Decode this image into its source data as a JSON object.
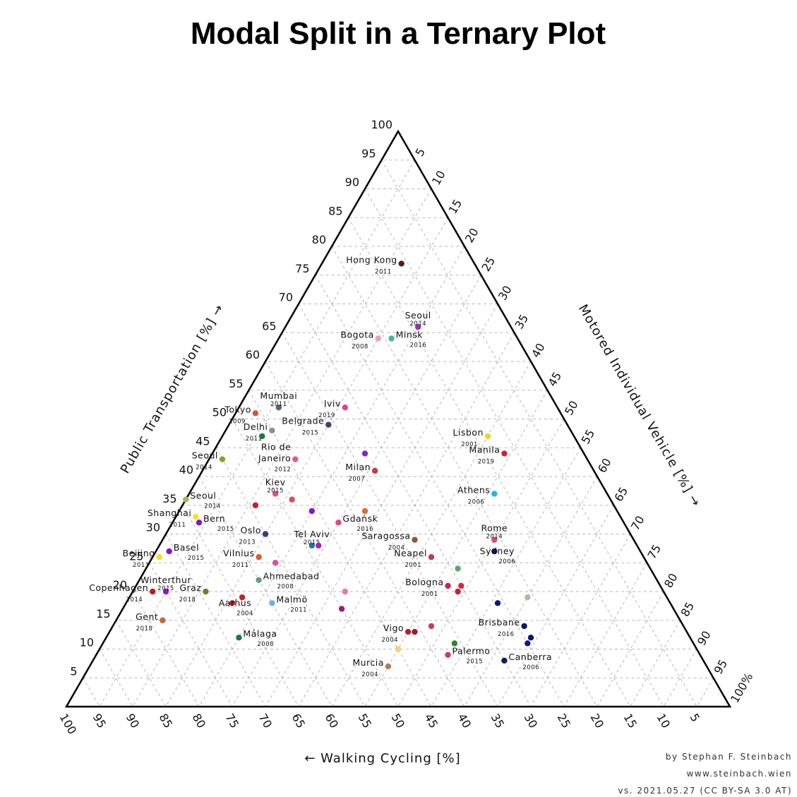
{
  "chart_data": {
    "type": "scatter",
    "subtype": "ternary",
    "title": "Modal Split in a Ternary Plot",
    "axes": {
      "left": {
        "label": "Public Transportation [%] →",
        "ticks": [
          "5",
          "10",
          "15",
          "20",
          "25",
          "30",
          "35",
          "40",
          "45",
          "50",
          "55",
          "60",
          "65",
          "70",
          "75",
          "80",
          "85",
          "90",
          "95",
          "100"
        ]
      },
      "right": {
        "label": "Motored Individual Vehicle [%] →",
        "ticks": [
          "5",
          "10",
          "15",
          "20",
          "25",
          "30",
          "35",
          "40",
          "45",
          "50",
          "55",
          "60",
          "65",
          "70",
          "75",
          "80",
          "85",
          "90",
          "95",
          "100%"
        ]
      },
      "bottom": {
        "label": "← Walking  Cycling [%]",
        "ticks": [
          "5",
          "10",
          "15",
          "20",
          "25",
          "30",
          "35",
          "40",
          "45",
          "50",
          "55",
          "60",
          "65",
          "70",
          "75",
          "80",
          "85",
          "90",
          "95",
          "100"
        ]
      }
    },
    "grid": true,
    "components": [
      "Public Transportation",
      "Motored Individual Vehicle",
      "Walking Cycling"
    ],
    "points": [
      {
        "city": "Hong Kong",
        "year": "2011",
        "pt": 77,
        "mv": 12,
        "wc": 11,
        "color": "#5c1a10",
        "label": "left"
      },
      {
        "city": "Seoul",
        "year": "2014",
        "pt": 66,
        "mv": 20,
        "wc": 14,
        "color": "#9b2fb5",
        "label": "above"
      },
      {
        "city": "Bogota",
        "year": "2008",
        "pt": 64,
        "mv": 15,
        "wc": 21,
        "color": "#f29bc7",
        "label": "left"
      },
      {
        "city": "Minsk",
        "year": "2016",
        "pt": 64,
        "mv": 17,
        "wc": 19,
        "color": "#3fb89a",
        "label": "right"
      },
      {
        "city": "Mumbai",
        "year": "2011",
        "pt": 52,
        "mv": 6,
        "wc": 42,
        "color": "#55667a",
        "label": "above"
      },
      {
        "city": "Iviv",
        "year": "2019",
        "pt": 52,
        "mv": 16,
        "wc": 32,
        "color": "#e0409a",
        "label": "left"
      },
      {
        "city": "Tokyo",
        "year": "2009",
        "pt": 51,
        "mv": 3,
        "wc": 46,
        "color": "#e05030",
        "label": "left"
      },
      {
        "city": "Delhi",
        "year": "2011",
        "pt": 48,
        "mv": 7,
        "wc": 45,
        "color": "#8a8e98",
        "label": "left"
      },
      {
        "city": "Belgrade",
        "year": "2015",
        "pt": 49,
        "mv": 15,
        "wc": 36,
        "color": "#4a3a7a",
        "label": "left"
      },
      {
        "city": "",
        "year": "",
        "pt": 47,
        "mv": 6,
        "wc": 47,
        "color": "#1a7a3a",
        "label": "none"
      },
      {
        "city": "Lisbon",
        "year": "2001",
        "pt": 47,
        "mv": 40,
        "wc": 13,
        "color": "#f2d22a",
        "label": "left"
      },
      {
        "city": "",
        "year": "",
        "pt": 44,
        "mv": 23,
        "wc": 33,
        "color": "#8a22c9",
        "label": "none"
      },
      {
        "city": "Manila",
        "year": "2019",
        "pt": 44,
        "mv": 44,
        "wc": 12,
        "color": "#d41f3a",
        "label": "left"
      },
      {
        "city": "Seoul",
        "year": "2014",
        "pt": 43,
        "mv": 2,
        "wc": 55,
        "color": "#7ba82a",
        "label": "left"
      },
      {
        "city": "Rio de Janeiro",
        "year": "2012",
        "pt": 43,
        "mv": 13,
        "wc": 44,
        "color": "#e85a7a",
        "label": "left2"
      },
      {
        "city": "Milan",
        "year": "2007",
        "pt": 41,
        "mv": 26,
        "wc": 33,
        "color": "#c23a4a",
        "label": "left"
      },
      {
        "city": "Kiev",
        "year": "2015",
        "pt": 37,
        "mv": 13,
        "wc": 50,
        "color": "#e84a90",
        "label": "above"
      },
      {
        "city": "Athens",
        "year": "2006",
        "pt": 37,
        "mv": 46,
        "wc": 17,
        "color": "#22b5e0",
        "label": "left"
      },
      {
        "city": "",
        "year": "",
        "pt": 36,
        "mv": 16,
        "wc": 48,
        "color": "#e04a60",
        "label": "none"
      },
      {
        "city": "Seoul",
        "year": "2014",
        "pt": 36,
        "mv": 0,
        "wc": 64,
        "color": "#9ac24a",
        "label": "right"
      },
      {
        "city": "",
        "year": "",
        "pt": 35,
        "mv": 11,
        "wc": 54,
        "color": "#c2222a",
        "label": "none"
      },
      {
        "city": "",
        "year": "",
        "pt": 34,
        "mv": 20,
        "wc": 46,
        "color": "#8a12c9",
        "label": "none"
      },
      {
        "city": "",
        "year": "",
        "pt": 34,
        "mv": 28,
        "wc": 38,
        "color": "#e06a30",
        "label": "none"
      },
      {
        "city": "Shanghai",
        "year": "2011",
        "pt": 33,
        "mv": 3,
        "wc": 64,
        "color": "#f2e22a",
        "label": "left"
      },
      {
        "city": "Bern",
        "year": "2015",
        "pt": 32,
        "mv": 4,
        "wc": 64,
        "color": "#8a12c9",
        "label": "right"
      },
      {
        "city": "Gdańsk",
        "year": "2016",
        "pt": 32,
        "mv": 25,
        "wc": 43,
        "color": "#e04a80",
        "label": "right"
      },
      {
        "city": "Oslo",
        "year": "2013",
        "pt": 30,
        "mv": 15,
        "wc": 55,
        "color": "#3a3a8a",
        "label": "left"
      },
      {
        "city": "Saragossa",
        "year": "2004",
        "pt": 29,
        "mv": 38,
        "wc": 33,
        "color": "#8a5a3a",
        "label": "left"
      },
      {
        "city": "Rome",
        "year": "2014",
        "pt": 29,
        "mv": 50,
        "wc": 21,
        "color": "#e04a6a",
        "label": "above"
      },
      {
        "city": "Tel Aviv",
        "year": "2015",
        "pt": 28,
        "mv": 23,
        "wc": 49,
        "color": "#1a7a9a",
        "label": "above"
      },
      {
        "city": "",
        "year": "",
        "pt": 28,
        "mv": 24,
        "wc": 48,
        "color": "#9a22c9",
        "label": "none"
      },
      {
        "city": "Sydney",
        "year": "2006",
        "pt": 27,
        "mv": 51,
        "wc": 22,
        "color": "#0a1a6a",
        "label": "below"
      },
      {
        "city": "Basel",
        "year": "2015",
        "pt": 27,
        "mv": 2,
        "wc": 71,
        "color": "#8a12c9",
        "label": "right"
      },
      {
        "city": "Beijing",
        "year": "2011",
        "pt": 26,
        "mv": 1,
        "wc": 73,
        "color": "#f2e21a",
        "label": "left"
      },
      {
        "city": "Vilnius",
        "year": "2011",
        "pt": 26,
        "mv": 16,
        "wc": 58,
        "color": "#e05a30",
        "label": "left"
      },
      {
        "city": "Neapel",
        "year": "2001",
        "pt": 26,
        "mv": 42,
        "wc": 32,
        "color": "#c23a5a",
        "label": "left"
      },
      {
        "city": "",
        "year": "",
        "pt": 25,
        "mv": 19,
        "wc": 56,
        "color": "#e04ab0",
        "label": "none"
      },
      {
        "city": "",
        "year": "",
        "pt": 24,
        "mv": 47,
        "wc": 29,
        "color": "#5aa870",
        "label": "none"
      },
      {
        "city": "Ahmedabad",
        "year": "2008",
        "pt": 22,
        "mv": 18,
        "wc": 60,
        "color": "#5a9a9a",
        "label": "right"
      },
      {
        "city": "Bologna",
        "year": "2001",
        "pt": 21,
        "mv": 47,
        "wc": 32,
        "color": "#d0224a",
        "label": "left"
      },
      {
        "city": "",
        "year": "",
        "pt": 21,
        "mv": 49,
        "wc": 30,
        "color": "#e0224a",
        "label": "none"
      },
      {
        "city": "",
        "year": "",
        "pt": 20,
        "mv": 49,
        "wc": 31,
        "color": "#c2222a",
        "label": "none"
      },
      {
        "city": "Copenhagen",
        "year": "2014",
        "pt": 20,
        "mv": 3,
        "wc": 77,
        "color": "#c21a1a",
        "label": "left"
      },
      {
        "city": "Winterthur",
        "year": "2015",
        "pt": 20,
        "mv": 5,
        "wc": 75,
        "color": "#9a12c9",
        "label": "above"
      },
      {
        "city": "Graz",
        "year": "2018",
        "pt": 20,
        "mv": 11,
        "wc": 69,
        "color": "#5a8a2a",
        "label": "left"
      },
      {
        "city": "",
        "year": "",
        "pt": 20,
        "mv": 32,
        "wc": 48,
        "color": "#e87a9a",
        "label": "none"
      },
      {
        "city": "",
        "year": "",
        "pt": 19,
        "mv": 60,
        "wc": 21,
        "color": "#a2c2a2",
        "label": "none"
      },
      {
        "city": "",
        "year": "",
        "pt": 19,
        "mv": 17,
        "wc": 64,
        "color": "#c2222a",
        "label": "none"
      },
      {
        "city": "Aarhus",
        "year": "2004",
        "pt": 18,
        "mv": 16,
        "wc": 66,
        "color": "#c2222a",
        "label": "below"
      },
      {
        "city": "Malmö",
        "year": "2011",
        "pt": 18,
        "mv": 22,
        "wc": 60,
        "color": "#6ab2f2",
        "label": "right"
      },
      {
        "city": "",
        "year": "",
        "pt": 18,
        "mv": 56,
        "wc": 26,
        "color": "#0a1a7a",
        "label": "none"
      },
      {
        "city": "",
        "year": "",
        "pt": 17,
        "mv": 33,
        "wc": 50,
        "color": "#9a1a7a",
        "label": "none"
      },
      {
        "city": "Gent",
        "year": "2018",
        "pt": 15,
        "mv": 7,
        "wc": 78,
        "color": "#c26a3a",
        "label": "left"
      },
      {
        "city": "Brisbane",
        "year": "2016",
        "pt": 14,
        "mv": 62,
        "wc": 24,
        "color": "#0a1a6a",
        "label": "left"
      },
      {
        "city": "",
        "year": "",
        "pt": 14,
        "mv": 48,
        "wc": 38,
        "color": "#d03a5a",
        "label": "none"
      },
      {
        "city": "Vigo",
        "year": "2004",
        "pt": 13,
        "mv": 45,
        "wc": 42,
        "color": "#b2222a",
        "label": "left"
      },
      {
        "city": "",
        "year": "",
        "pt": 13,
        "mv": 46,
        "wc": 41,
        "color": "#a21a2a",
        "label": "none"
      },
      {
        "city": "",
        "year": "",
        "pt": 12,
        "mv": 64,
        "wc": 24,
        "color": "#0a1a6a",
        "label": "none"
      },
      {
        "city": "Málaga",
        "year": "2008",
        "pt": 12,
        "mv": 20,
        "wc": 68,
        "color": "#1a7a3a",
        "label": "right"
      },
      {
        "city": "",
        "year": "",
        "pt": 11,
        "mv": 64,
        "wc": 25,
        "color": "#0a1a8a",
        "label": "none"
      },
      {
        "city": "",
        "year": "",
        "pt": 11,
        "mv": 53,
        "wc": 36,
        "color": "#2a8a2a",
        "label": "none"
      },
      {
        "city": "",
        "year": "",
        "pt": 10,
        "mv": 45,
        "wc": 45,
        "color": "#f2d27a",
        "label": "none"
      },
      {
        "city": "Palermo",
        "year": "2015",
        "pt": 9,
        "mv": 53,
        "wc": 38,
        "color": "#d03a6a",
        "label": "right"
      },
      {
        "city": "Canberra",
        "year": "2006",
        "pt": 8,
        "mv": 62,
        "wc": 30,
        "color": "#0a1a6a",
        "label": "right"
      },
      {
        "city": "Murcia",
        "year": "2004",
        "pt": 7,
        "mv": 45,
        "wc": 48,
        "color": "#b27a5a",
        "label": "left"
      }
    ]
  },
  "credits": {
    "author": "by Stephan F. Steinbach",
    "website": "www.steinbach.wien",
    "version": "vs. 2021.05.27 (CC BY-SA 3.0 AT)"
  }
}
